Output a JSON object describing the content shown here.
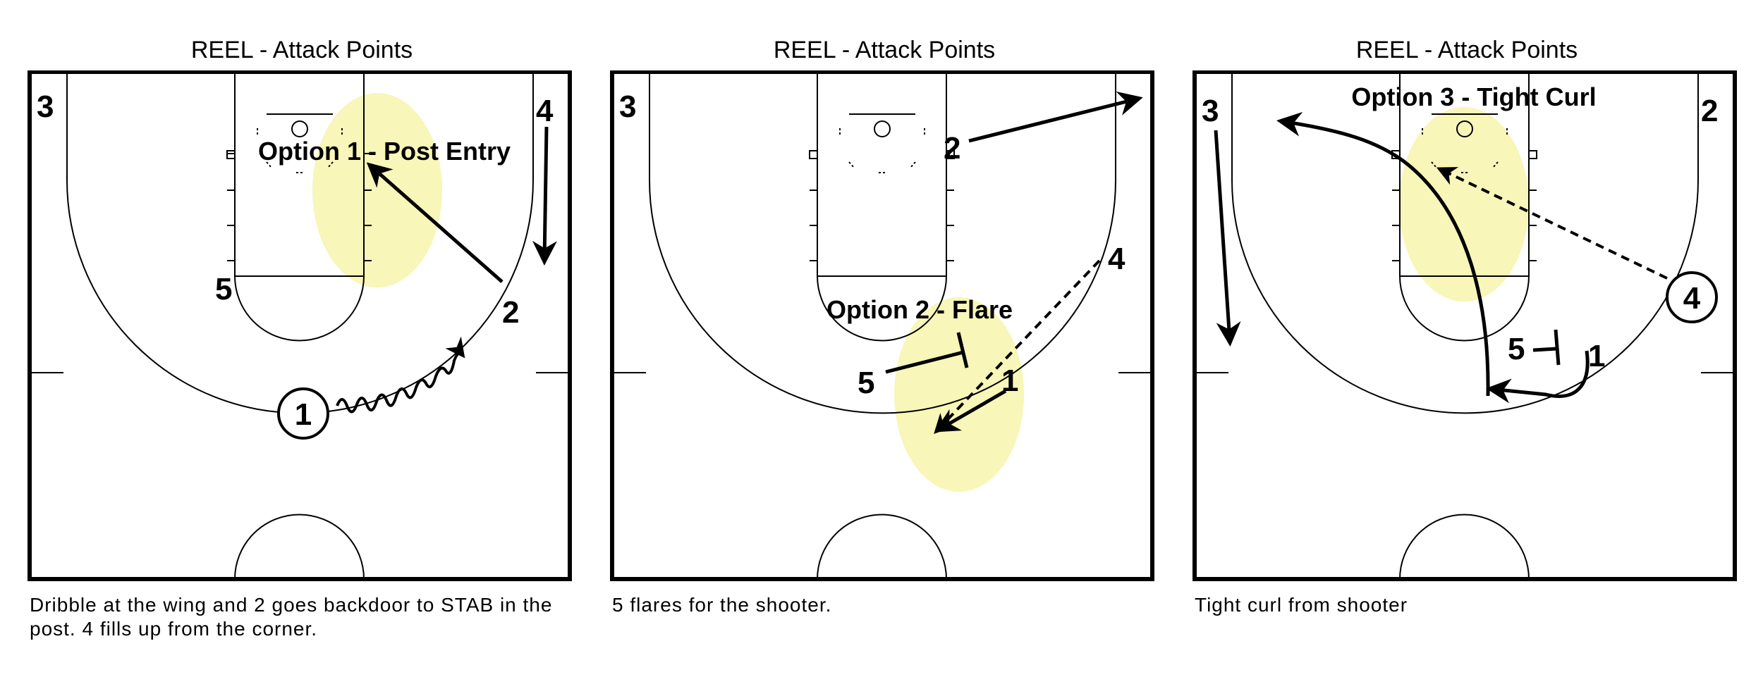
{
  "colors": {
    "highlight": "#f8f6b8",
    "ink": "#000000"
  },
  "panels": [
    {
      "title": "REEL -  Attack Points",
      "option_label": "Option 1 - Post Entry",
      "players": [
        {
          "label": "3",
          "circled": false
        },
        {
          "label": "4",
          "circled": false
        },
        {
          "label": "5",
          "circled": false
        },
        {
          "label": "2",
          "circled": false
        },
        {
          "label": "1",
          "circled": true
        }
      ],
      "caption": "Dribble at the wing and 2 goes backdoor to STAB in the post. 4 fills up from the corner."
    },
    {
      "title": "REEL -  Attack Points",
      "option_label": "Option 2 - Flare",
      "players": [
        {
          "label": "3",
          "circled": false
        },
        {
          "label": "2",
          "circled": false
        },
        {
          "label": "4",
          "circled": false
        },
        {
          "label": "5",
          "circled": false
        },
        {
          "label": "1",
          "circled": false
        }
      ],
      "caption": "5 flares for the shooter."
    },
    {
      "title": "REEL -  Attack Points",
      "option_label": "Option 3 - Tight Curl",
      "players": [
        {
          "label": "3",
          "circled": false
        },
        {
          "label": "2",
          "circled": false
        },
        {
          "label": "4",
          "circled": true
        },
        {
          "label": "5",
          "circled": false
        },
        {
          "label": "1",
          "circled": false
        }
      ],
      "caption": "Tight curl from shooter"
    }
  ]
}
